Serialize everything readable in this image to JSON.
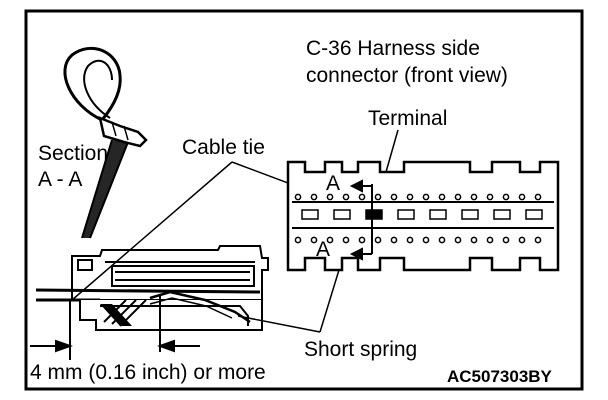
{
  "diagram": {
    "connector_label_line1": "C-36 Harness side",
    "connector_label_line2": "connector (front view)",
    "terminal_label": "Terminal",
    "section_label_line1": "Section",
    "section_label_line2": "A - A",
    "cable_tie_label": "Cable tie",
    "section_marker_top": "A",
    "section_marker_bottom": "A",
    "short_spring_label": "Short spring",
    "dimension_label": "4 mm (0.16 inch) or more",
    "figure_code": "AC507303BY"
  }
}
